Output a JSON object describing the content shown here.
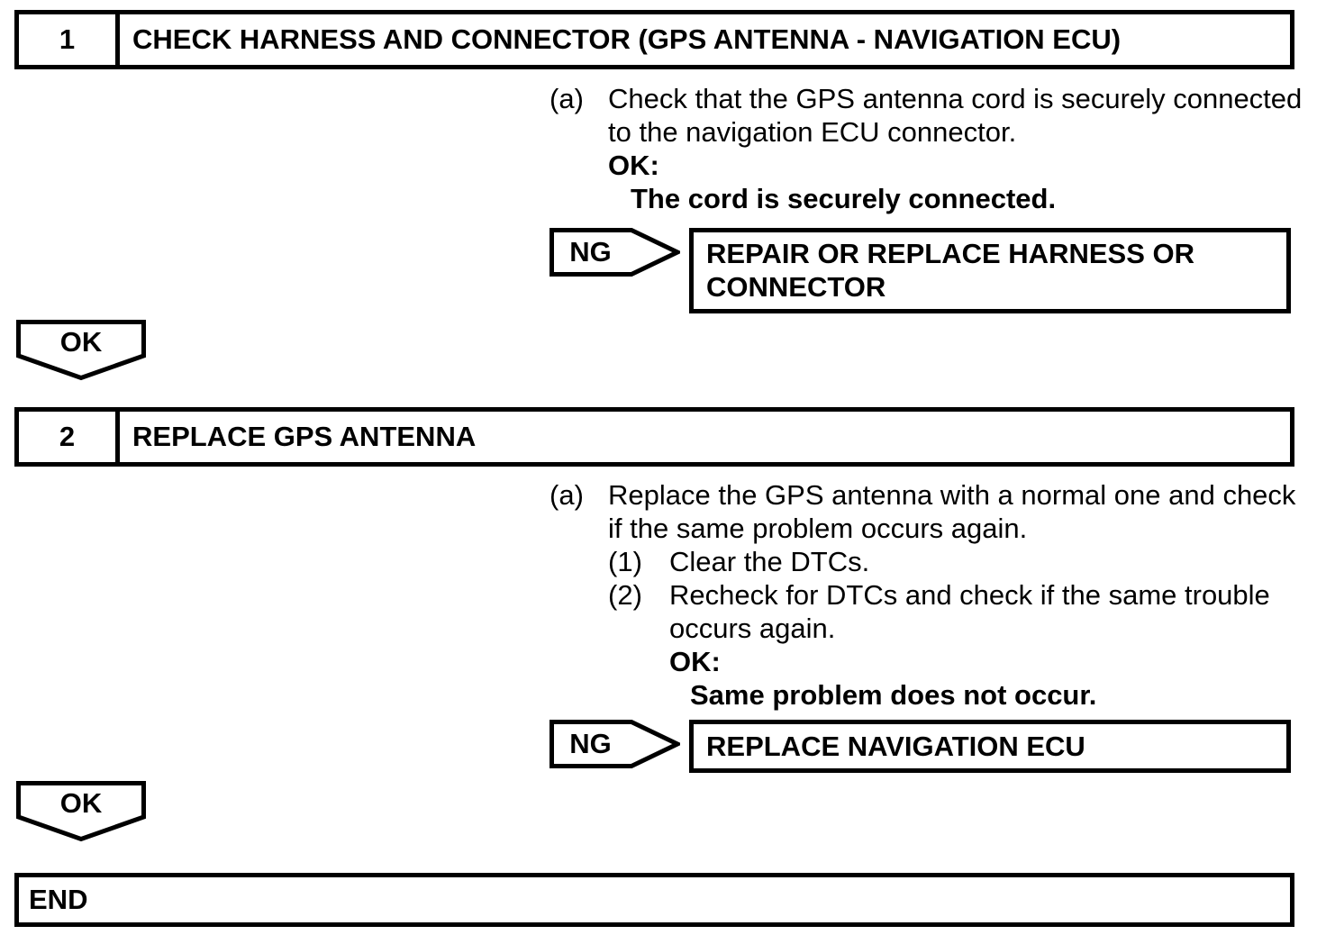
{
  "colors": {
    "ink": "#000000",
    "paper": "#ffffff"
  },
  "step1": {
    "number": "1",
    "title": "CHECK HARNESS AND CONNECTOR (GPS ANTENNA - NAVIGATION ECU)",
    "item_marker": "(a)",
    "item_lines": [
      "Check that the GPS antenna cord is securely connected",
      "to the navigation ECU connector."
    ],
    "ok_label": "OK:",
    "ok_condition": "The cord is securely connected.",
    "ng_label": "NG",
    "ng_action_lines": [
      "REPAIR OR REPLACE HARNESS OR",
      "CONNECTOR"
    ],
    "ok_arrow_label": "OK"
  },
  "step2": {
    "number": "2",
    "title": "REPLACE GPS ANTENNA",
    "item_marker": "(a)",
    "item_lines": [
      "Replace the GPS antenna with a normal one and check",
      "if the same problem occurs again."
    ],
    "substep1_marker": "(1)",
    "substep1_text": "Clear the DTCs.",
    "substep2_marker": "(2)",
    "substep2_lines": [
      "Recheck for DTCs and check if the same trouble",
      "occurs again."
    ],
    "ok_label": "OK:",
    "ok_condition": "Same problem does not occur.",
    "ng_label": "NG",
    "ng_action": "REPLACE NAVIGATION ECU",
    "ok_arrow_label": "OK"
  },
  "end_label": "END"
}
